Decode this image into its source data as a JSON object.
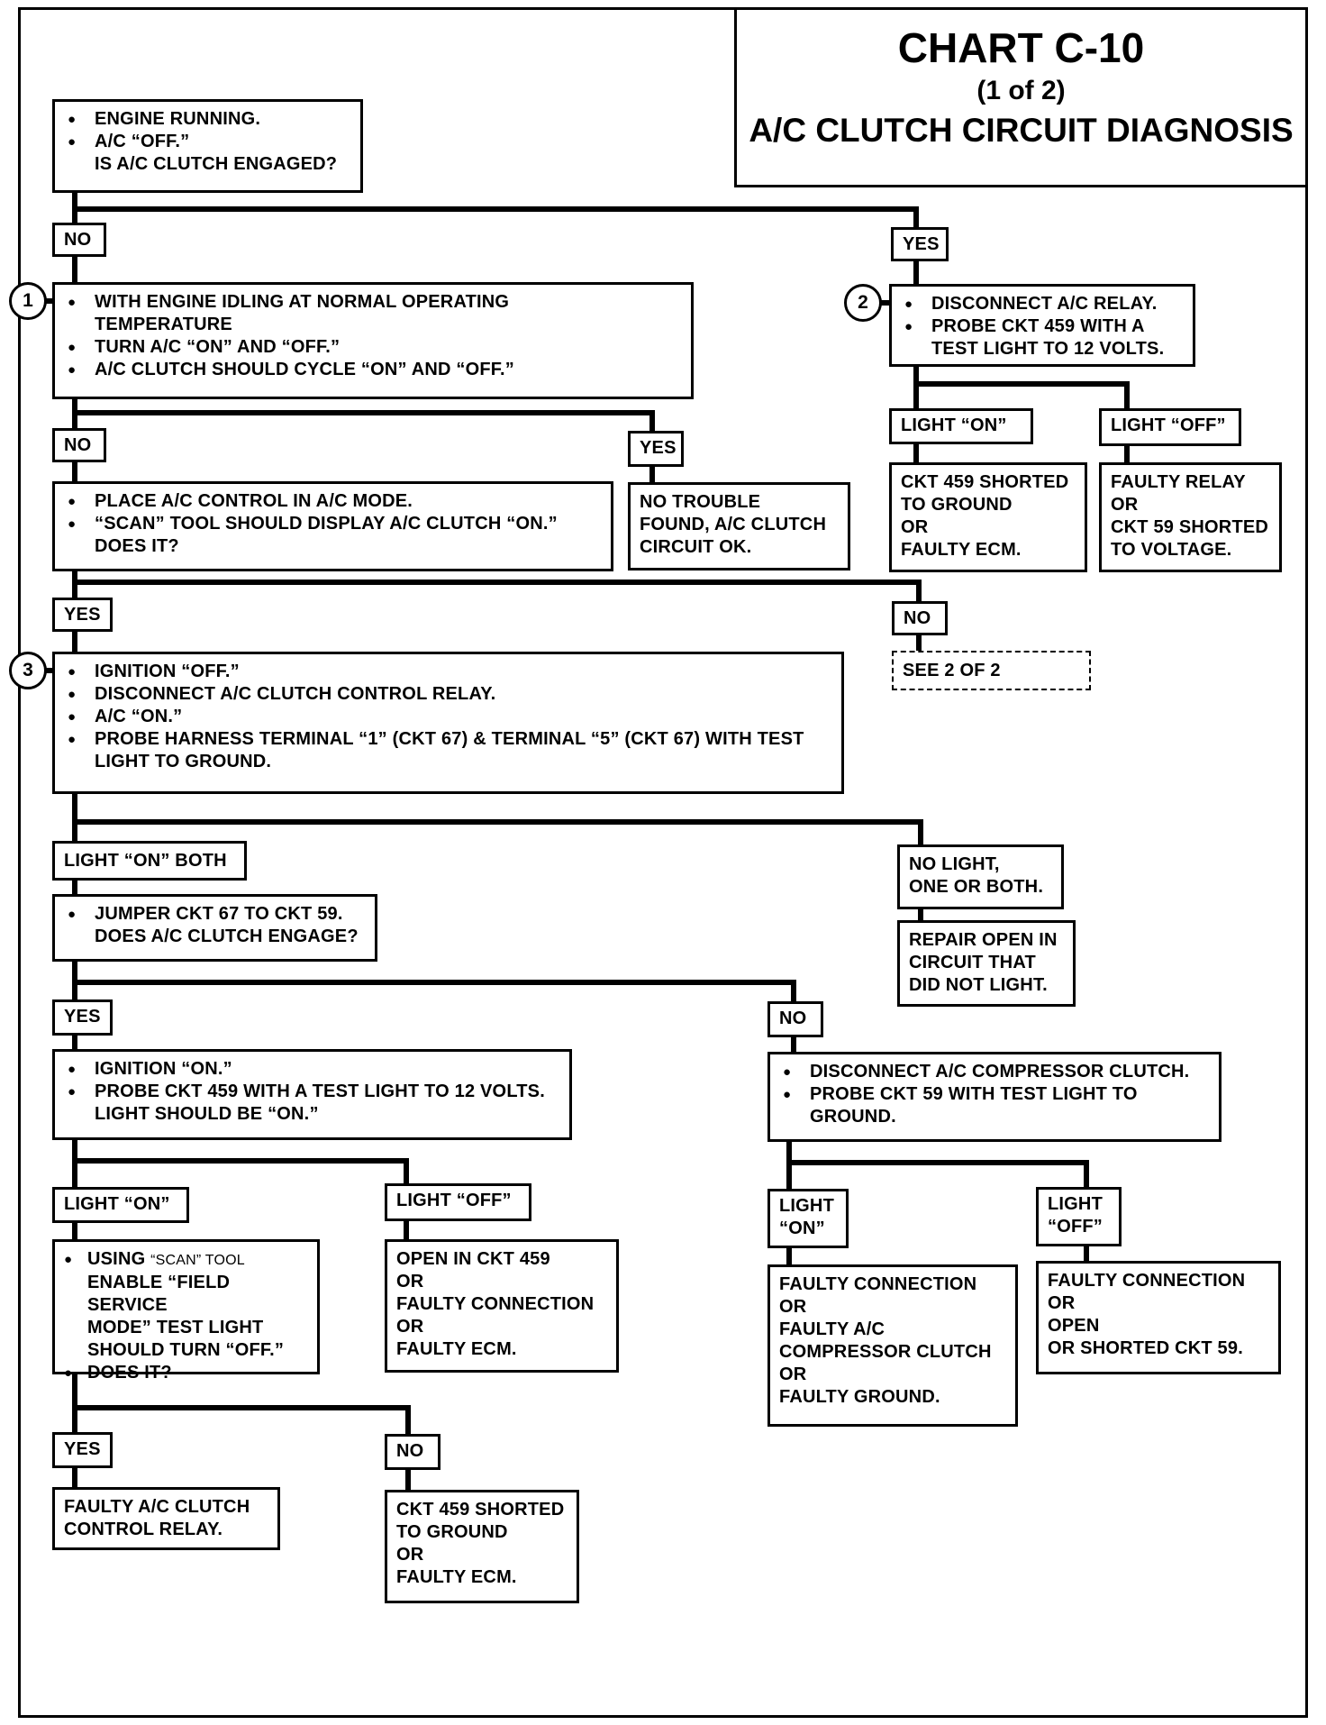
{
  "header": {
    "chart_id": "CHART C-10",
    "part": "(1 of 2)",
    "title": "A/C CLUTCH CIRCUIT DIAGNOSIS"
  },
  "steps": {
    "step1": "1",
    "step2": "2",
    "step3": "3"
  },
  "nodes": {
    "start": [
      "ENGINE RUNNING.",
      "A/C “OFF.”\nIS A/C CLUTCH ENGAGED?"
    ],
    "idle_check": [
      "WITH ENGINE IDLING AT NORMAL OPERATING\nTEMPERATURE",
      "TURN A/C “ON” AND “OFF.”",
      "A/C CLUTCH SHOULD CYCLE “ON” AND “OFF.”"
    ],
    "relay_probe": [
      "DISCONNECT A/C RELAY.",
      "PROBE CKT 459 WITH A\nTEST LIGHT TO  12 VOLTS."
    ],
    "ckt459_shorted_ground": "CKT 459 SHORTED\nTO GROUND\nOR\nFAULTY ECM.",
    "faulty_relay": "FAULTY RELAY\nOR\nCKT 59 SHORTED\nTO VOLTAGE.",
    "scan_tool_check": [
      "PLACE A/C CONTROL IN A/C MODE.",
      "“SCAN” TOOL SHOULD DISPLAY A/C CLUTCH “ON.”\nDOES IT?"
    ],
    "no_trouble": "NO TROUBLE\nFOUND,  A/C CLUTCH\nCIRCUIT OK.",
    "see_2of2": "SEE          2 OF 2",
    "harness_probe": [
      "IGNITION “OFF.”",
      "DISCONNECT A/C CLUTCH CONTROL RELAY.",
      "A/C “ON.”",
      "PROBE HARNESS TERMINAL “1” (CKT 67) & TERMINAL “5” (CKT 67) WITH TEST\nLIGHT TO GROUND."
    ],
    "no_light_one_or_both": "NO LIGHT,\nONE OR BOTH.",
    "repair_open": "REPAIR OPEN IN\nCIRCUIT THAT\nDID NOT LIGHT.",
    "jumper_check": [
      "JUMPER CKT 67 TO CKT 59.\nDOES A/C CLUTCH ENGAGE?"
    ],
    "ign_on_probe": [
      "IGNITION “ON.”",
      "PROBE CKT 459 WITH A TEST LIGHT TO 12 VOLTS.\nLIGHT SHOULD BE “ON.”"
    ],
    "compressor_probe": [
      "DISCONNECT A/C COMPRESSOR CLUTCH.",
      "PROBE CKT 59 WITH TEST LIGHT TO\nGROUND."
    ],
    "scan_field_service": [
      "USING",
      "DOES IT?"
    ],
    "scan_field_service_tool": "“SCAN” TOOL",
    "scan_field_service_rest": "ENABLE “FIELD SERVICE\nMODE” TEST LIGHT\nSHOULD TURN “OFF.”",
    "open_ckt459": "OPEN IN CKT 459\nOR\nFAULTY CONNECTION\nOR\nFAULTY ECM.",
    "faulty_connection_compressor": "FAULTY CONNECTION\nOR\nFAULTY A/C\nCOMPRESSOR CLUTCH\nOR\nFAULTY GROUND.",
    "faulty_connection_ckt59": "FAULTY CONNECTION\nOR\nOPEN\nOR SHORTED CKT 59.",
    "faulty_relay_control": "FAULTY A/C CLUTCH\nCONTROL RELAY.",
    "ckt459_shorted_ecm": "CKT 459 SHORTED\nTO GROUND\nOR\nFAULTY ECM."
  },
  "labels": {
    "no": "NO",
    "yes": "YES",
    "light_on": "LIGHT “ON”",
    "light_off": "LIGHT “OFF”",
    "light_on_both": "LIGHT “ON” BOTH",
    "light_on_stacked": "LIGHT\n“ON”",
    "light_off_stacked": "LIGHT\n“OFF”"
  }
}
